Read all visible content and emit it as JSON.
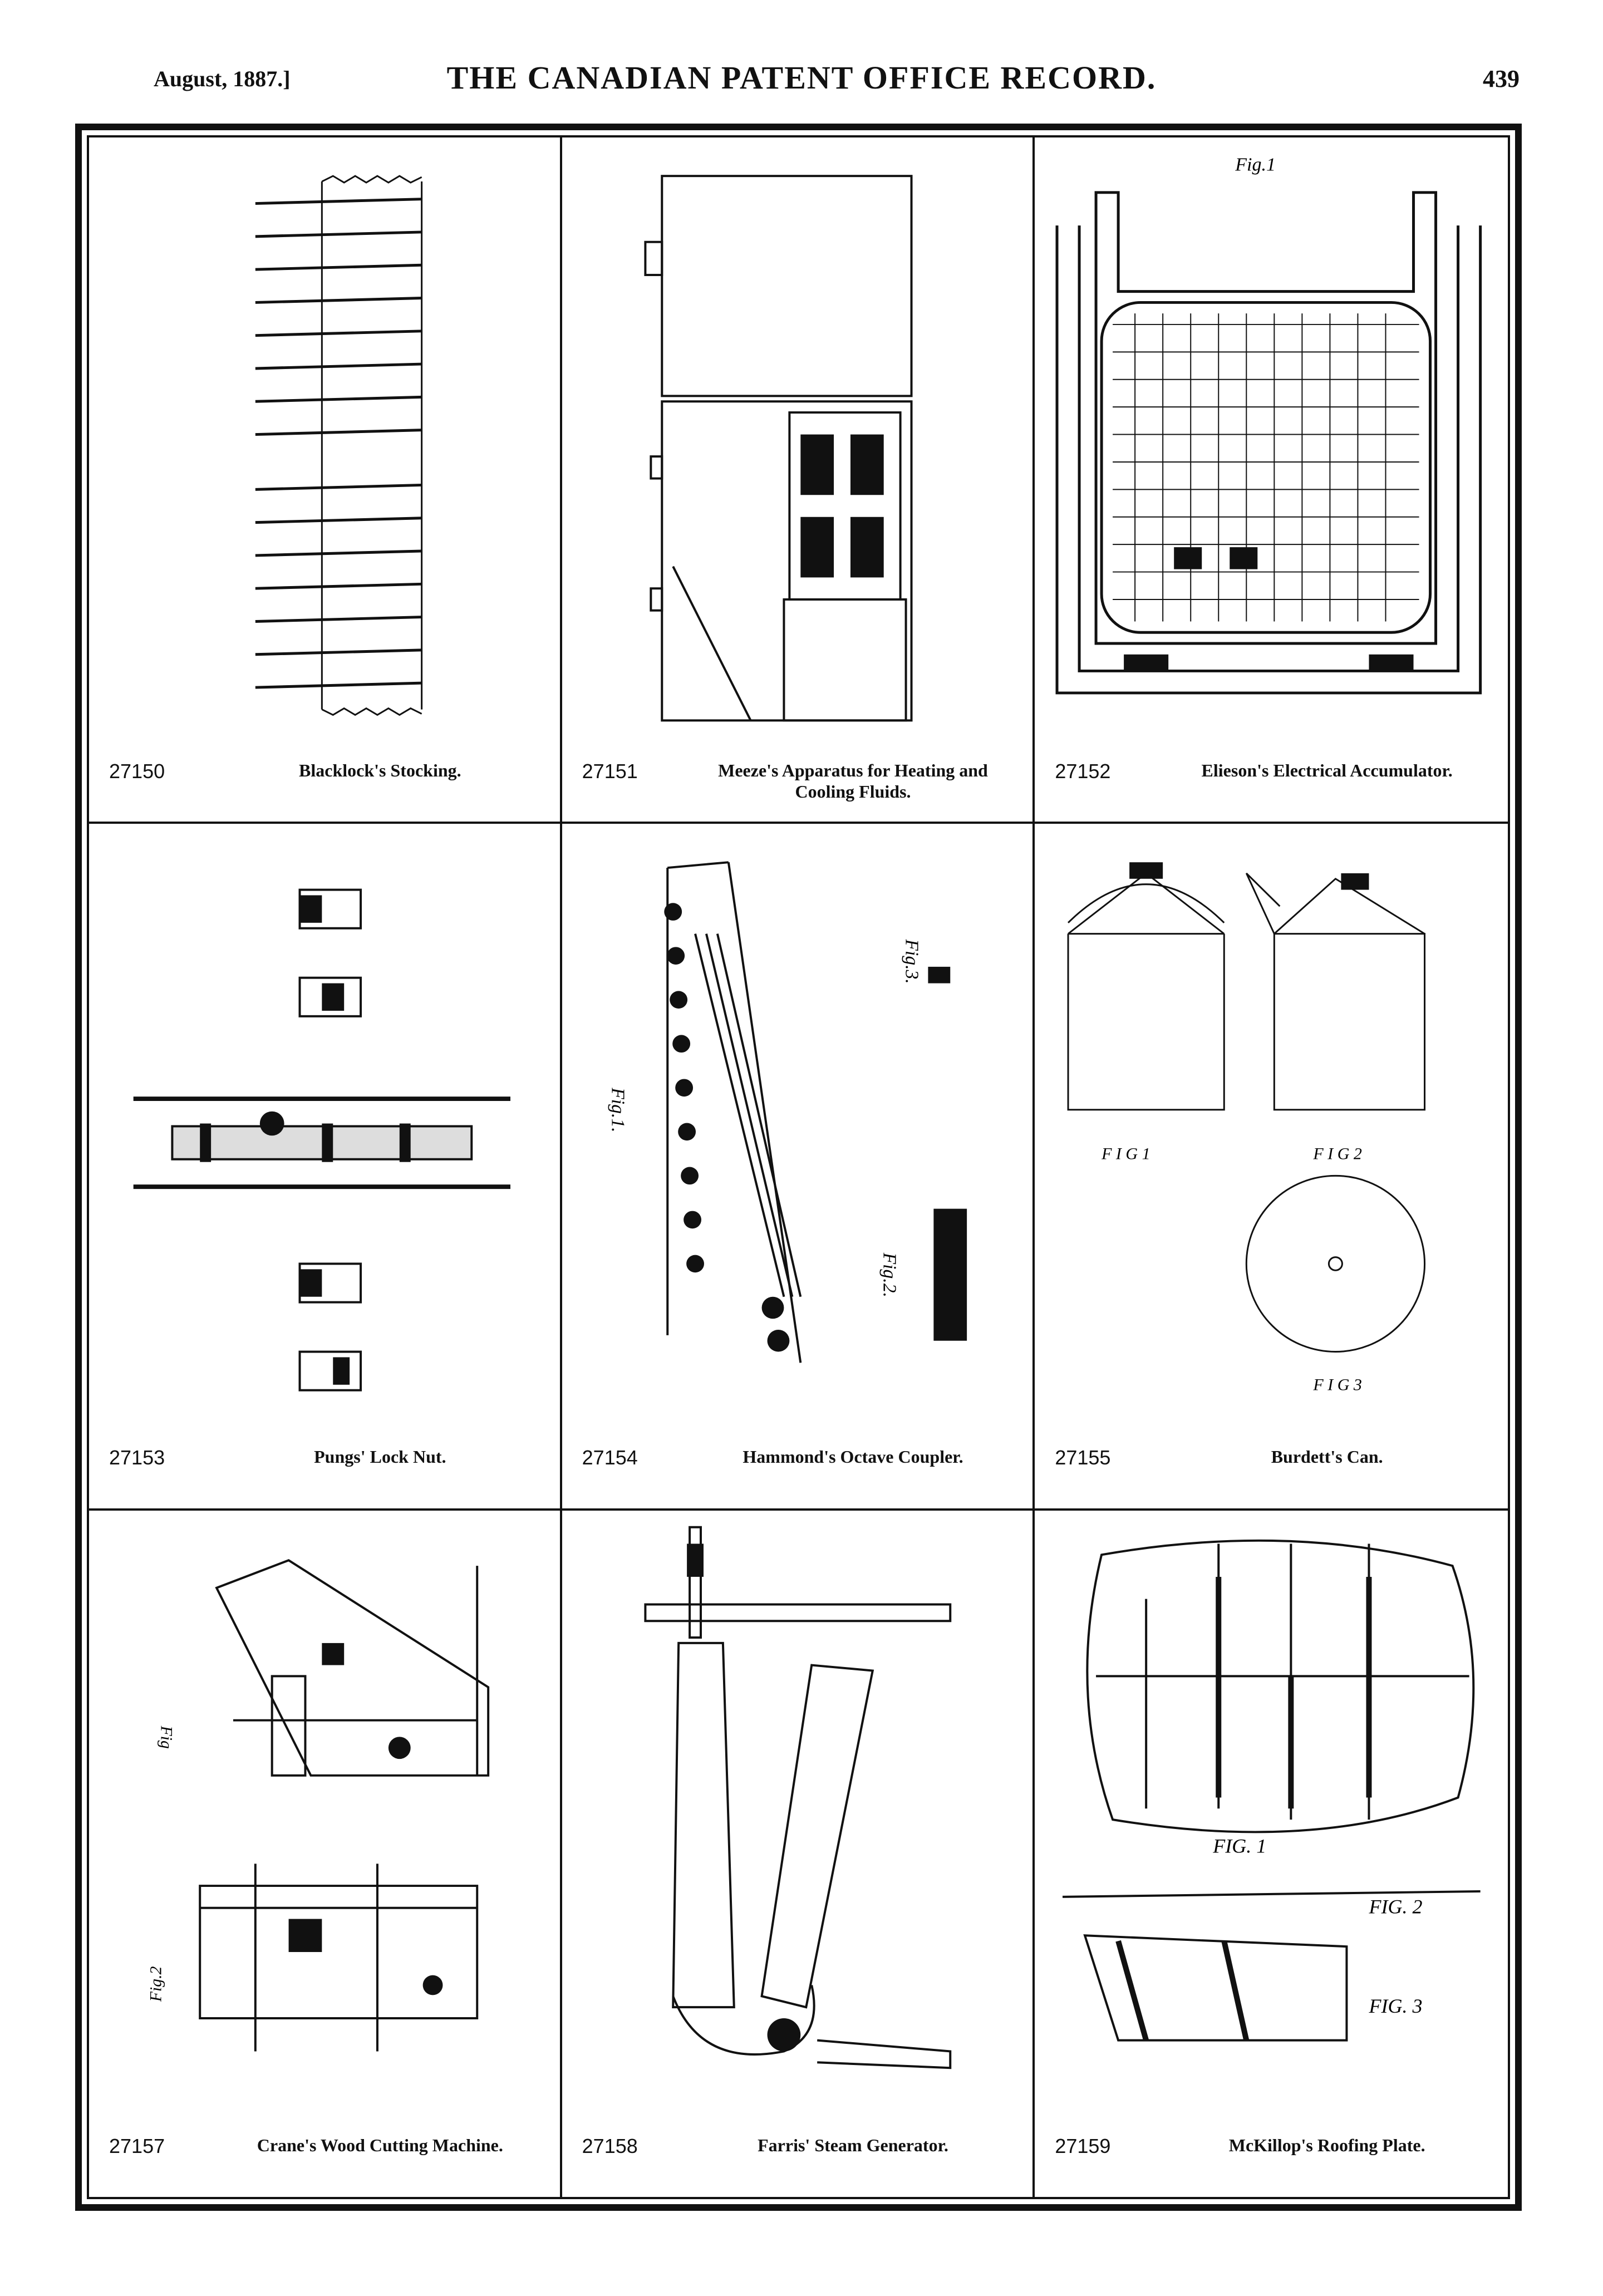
{
  "header": {
    "date": "August, 1887.]",
    "title": "THE CANADIAN PATENT OFFICE RECORD.",
    "page_number": "439"
  },
  "patents": [
    {
      "number": "27150",
      "title": "Blacklock's Stocking."
    },
    {
      "number": "27151",
      "title": "Meeze's Apparatus for Heating and Cooling Fluids."
    },
    {
      "number": "27152",
      "title": "Elieson's Electrical Accumulator."
    },
    {
      "number": "27153",
      "title": "Pungs' Lock Nut."
    },
    {
      "number": "27154",
      "title": "Hammond's Octave Coupler."
    },
    {
      "number": "27155",
      "title": "Burdett's Can."
    },
    {
      "number": "27157",
      "title": "Crane's Wood Cutting Machine."
    },
    {
      "number": "27158",
      "title": "Farris' Steam Generator."
    },
    {
      "number": "27159",
      "title": "McKillop's Roofing Plate."
    }
  ],
  "figure_labels": {
    "fig1": "Fig.1",
    "fig1_lower": "FIG. 1",
    "fig2": "FIG. 2",
    "fig3": "FIG. 3",
    "fig3_can": "F I G 3",
    "fig1_can": "F I G 1",
    "fig2_can": "F I G 2",
    "fig2_crane": "Fig.2",
    "fig_crane": "Fig",
    "fig1_hammond": "Fig.1.",
    "fig2_hammond": "Fig.2.",
    "fig3_hammond": "Fig.3."
  }
}
